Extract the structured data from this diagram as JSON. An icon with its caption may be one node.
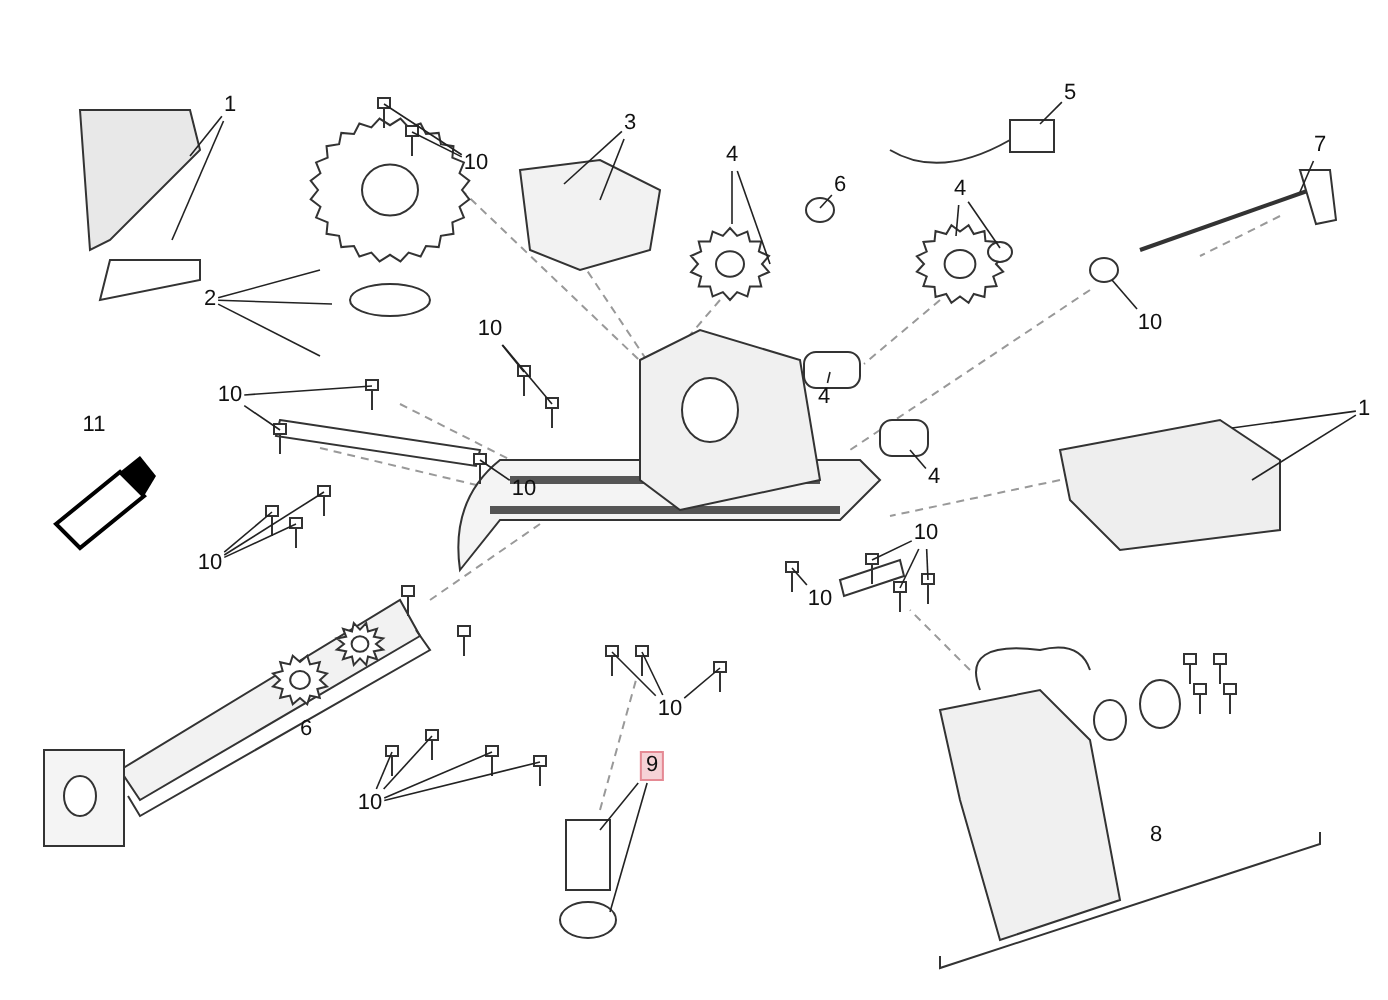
{
  "diagram": {
    "nodes": [
      {
        "text": [
          "1"
        ]
      },
      {
        "text": [
          "10"
        ]
      },
      {
        "text": [
          "3"
        ]
      },
      {
        "text": [
          "5"
        ]
      },
      {
        "text": [
          "7"
        ]
      },
      {
        "text": [
          "4"
        ]
      },
      {
        "text": [
          "6"
        ]
      },
      {
        "text": [
          "4"
        ]
      },
      {
        "text": [
          "2"
        ]
      },
      {
        "text": [
          "10"
        ]
      },
      {
        "text": [
          "10"
        ]
      },
      {
        "text": [
          "4"
        ]
      },
      {
        "text": [
          "10"
        ]
      },
      {
        "text": [
          "1"
        ]
      },
      {
        "text": [
          "4"
        ]
      },
      {
        "text": [
          "10"
        ]
      },
      {
        "text": [
          "10"
        ]
      },
      {
        "text": [
          "10"
        ]
      },
      {
        "text": [
          "10"
        ]
      },
      {
        "text": [
          "10"
        ]
      },
      {
        "text": [
          "9"
        ]
      },
      {
        "text": [
          "10"
        ]
      }
    ],
    "edges": [
      {
        "from": 0,
        "to": null,
        "arrow": "none"
      },
      {
        "from": 0,
        "to": null,
        "arrow": "none"
      },
      {
        "from": 1,
        "to": null,
        "arrow": "none"
      },
      {
        "from": 1,
        "to": null,
        "arrow": "none"
      },
      {
        "from": 2,
        "to": null,
        "arrow": "none"
      },
      {
        "from": 2,
        "to": null,
        "arrow": "none"
      },
      {
        "from": 3,
        "to": null,
        "arrow": "none"
      },
      {
        "from": 4,
        "to": null,
        "arrow": "none"
      },
      {
        "from": 5,
        "to": null,
        "arrow": "none"
      },
      {
        "from": 5,
        "to": null,
        "arrow": "none"
      },
      {
        "from": 6,
        "to": null,
        "arrow": "none"
      },
      {
        "from": 7,
        "to": null,
        "arrow": "none"
      },
      {
        "from": 7,
        "to": null,
        "arrow": "none"
      },
      {
        "from": 8,
        "to": null,
        "arrow": "none"
      },
      {
        "from": 8,
        "to": null,
        "arrow": "none"
      },
      {
        "from": 8,
        "to": null,
        "arrow": "none"
      },
      {
        "from": 9,
        "to": null,
        "arrow": "none"
      },
      {
        "from": 10,
        "to": null,
        "arrow": "none"
      },
      {
        "from": 10,
        "to": null,
        "arrow": "none"
      },
      {
        "from": 11,
        "to": null,
        "arrow": "none"
      },
      {
        "from": 12,
        "to": null,
        "arrow": "none"
      },
      {
        "from": 12,
        "to": null,
        "arrow": "none"
      },
      {
        "from": 13,
        "to": null,
        "arrow": "none"
      },
      {
        "from": 13,
        "to": null,
        "arrow": "none"
      },
      {
        "from": 14,
        "to": null,
        "arrow": "none"
      },
      {
        "from": 15,
        "to": null,
        "arrow": "none"
      },
      {
        "from": 16,
        "to": null,
        "arrow": "none"
      },
      {
        "from": 16,
        "to": null,
        "arrow": "none"
      },
      {
        "from": 16,
        "to": null,
        "arrow": "none"
      },
      {
        "from": 17,
        "to": null,
        "arrow": "none"
      },
      {
        "from": 17,
        "to": null,
        "arrow": "none"
      },
      {
        "from": 17,
        "to": null,
        "arrow": "none"
      },
      {
        "from": 18,
        "to": null,
        "arrow": "none"
      },
      {
        "from": 19,
        "to": null,
        "arrow": "none"
      },
      {
        "from": 19,
        "to": null,
        "arrow": "none"
      },
      {
        "from": 19,
        "to": null,
        "arrow": "none"
      },
      {
        "from": 20,
        "to": null,
        "arrow": "none"
      },
      {
        "from": 20,
        "to": null,
        "arrow": "none"
      },
      {
        "from": 21,
        "to": null,
        "arrow": "none"
      },
      {
        "from": 21,
        "to": null,
        "arrow": "none"
      },
      {
        "from": 21,
        "to": null,
        "arrow": "none"
      },
      {
        "from": 21,
        "to": null,
        "arrow": "none"
      }
    ],
    "labels": [
      "11",
      "6",
      "8"
    ]
  }
}
